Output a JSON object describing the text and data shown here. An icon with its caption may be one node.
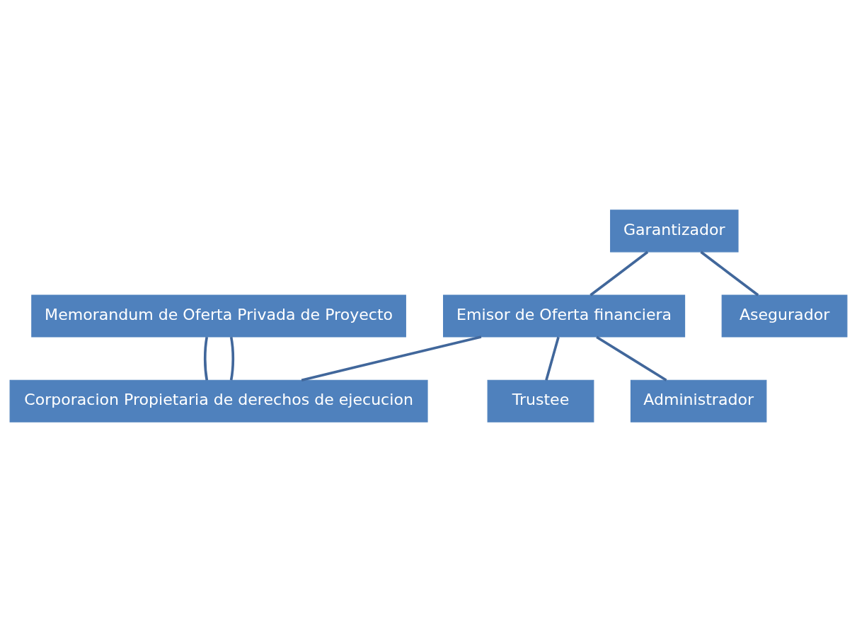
{
  "diagram": {
    "nodes": [
      {
        "text": [
          "Memorandum de Oferta Privada de Proyecto"
        ]
      },
      {
        "text": [
          "Corporacion Propietaria de derechos de ejecucion"
        ]
      },
      {
        "text": [
          "Garantizador"
        ]
      },
      {
        "text": [
          "Emisor de Oferta financiera"
        ]
      },
      {
        "text": [
          "Trustee"
        ]
      },
      {
        "text": [
          "Administrador"
        ]
      },
      {
        "text": [
          "Asegurador"
        ]
      }
    ],
    "edges": [
      {
        "from": 0,
        "to": 1,
        "arrow": "none"
      },
      {
        "from": 0,
        "to": 1,
        "arrow": "none"
      },
      {
        "from": 3,
        "to": 1,
        "arrow": "none"
      },
      {
        "from": 2,
        "to": 3,
        "arrow": "none"
      },
      {
        "from": 3,
        "to": 4,
        "arrow": "none"
      },
      {
        "from": 3,
        "to": 5,
        "arrow": "none"
      },
      {
        "from": 2,
        "to": 6,
        "arrow": "none"
      }
    ]
  }
}
